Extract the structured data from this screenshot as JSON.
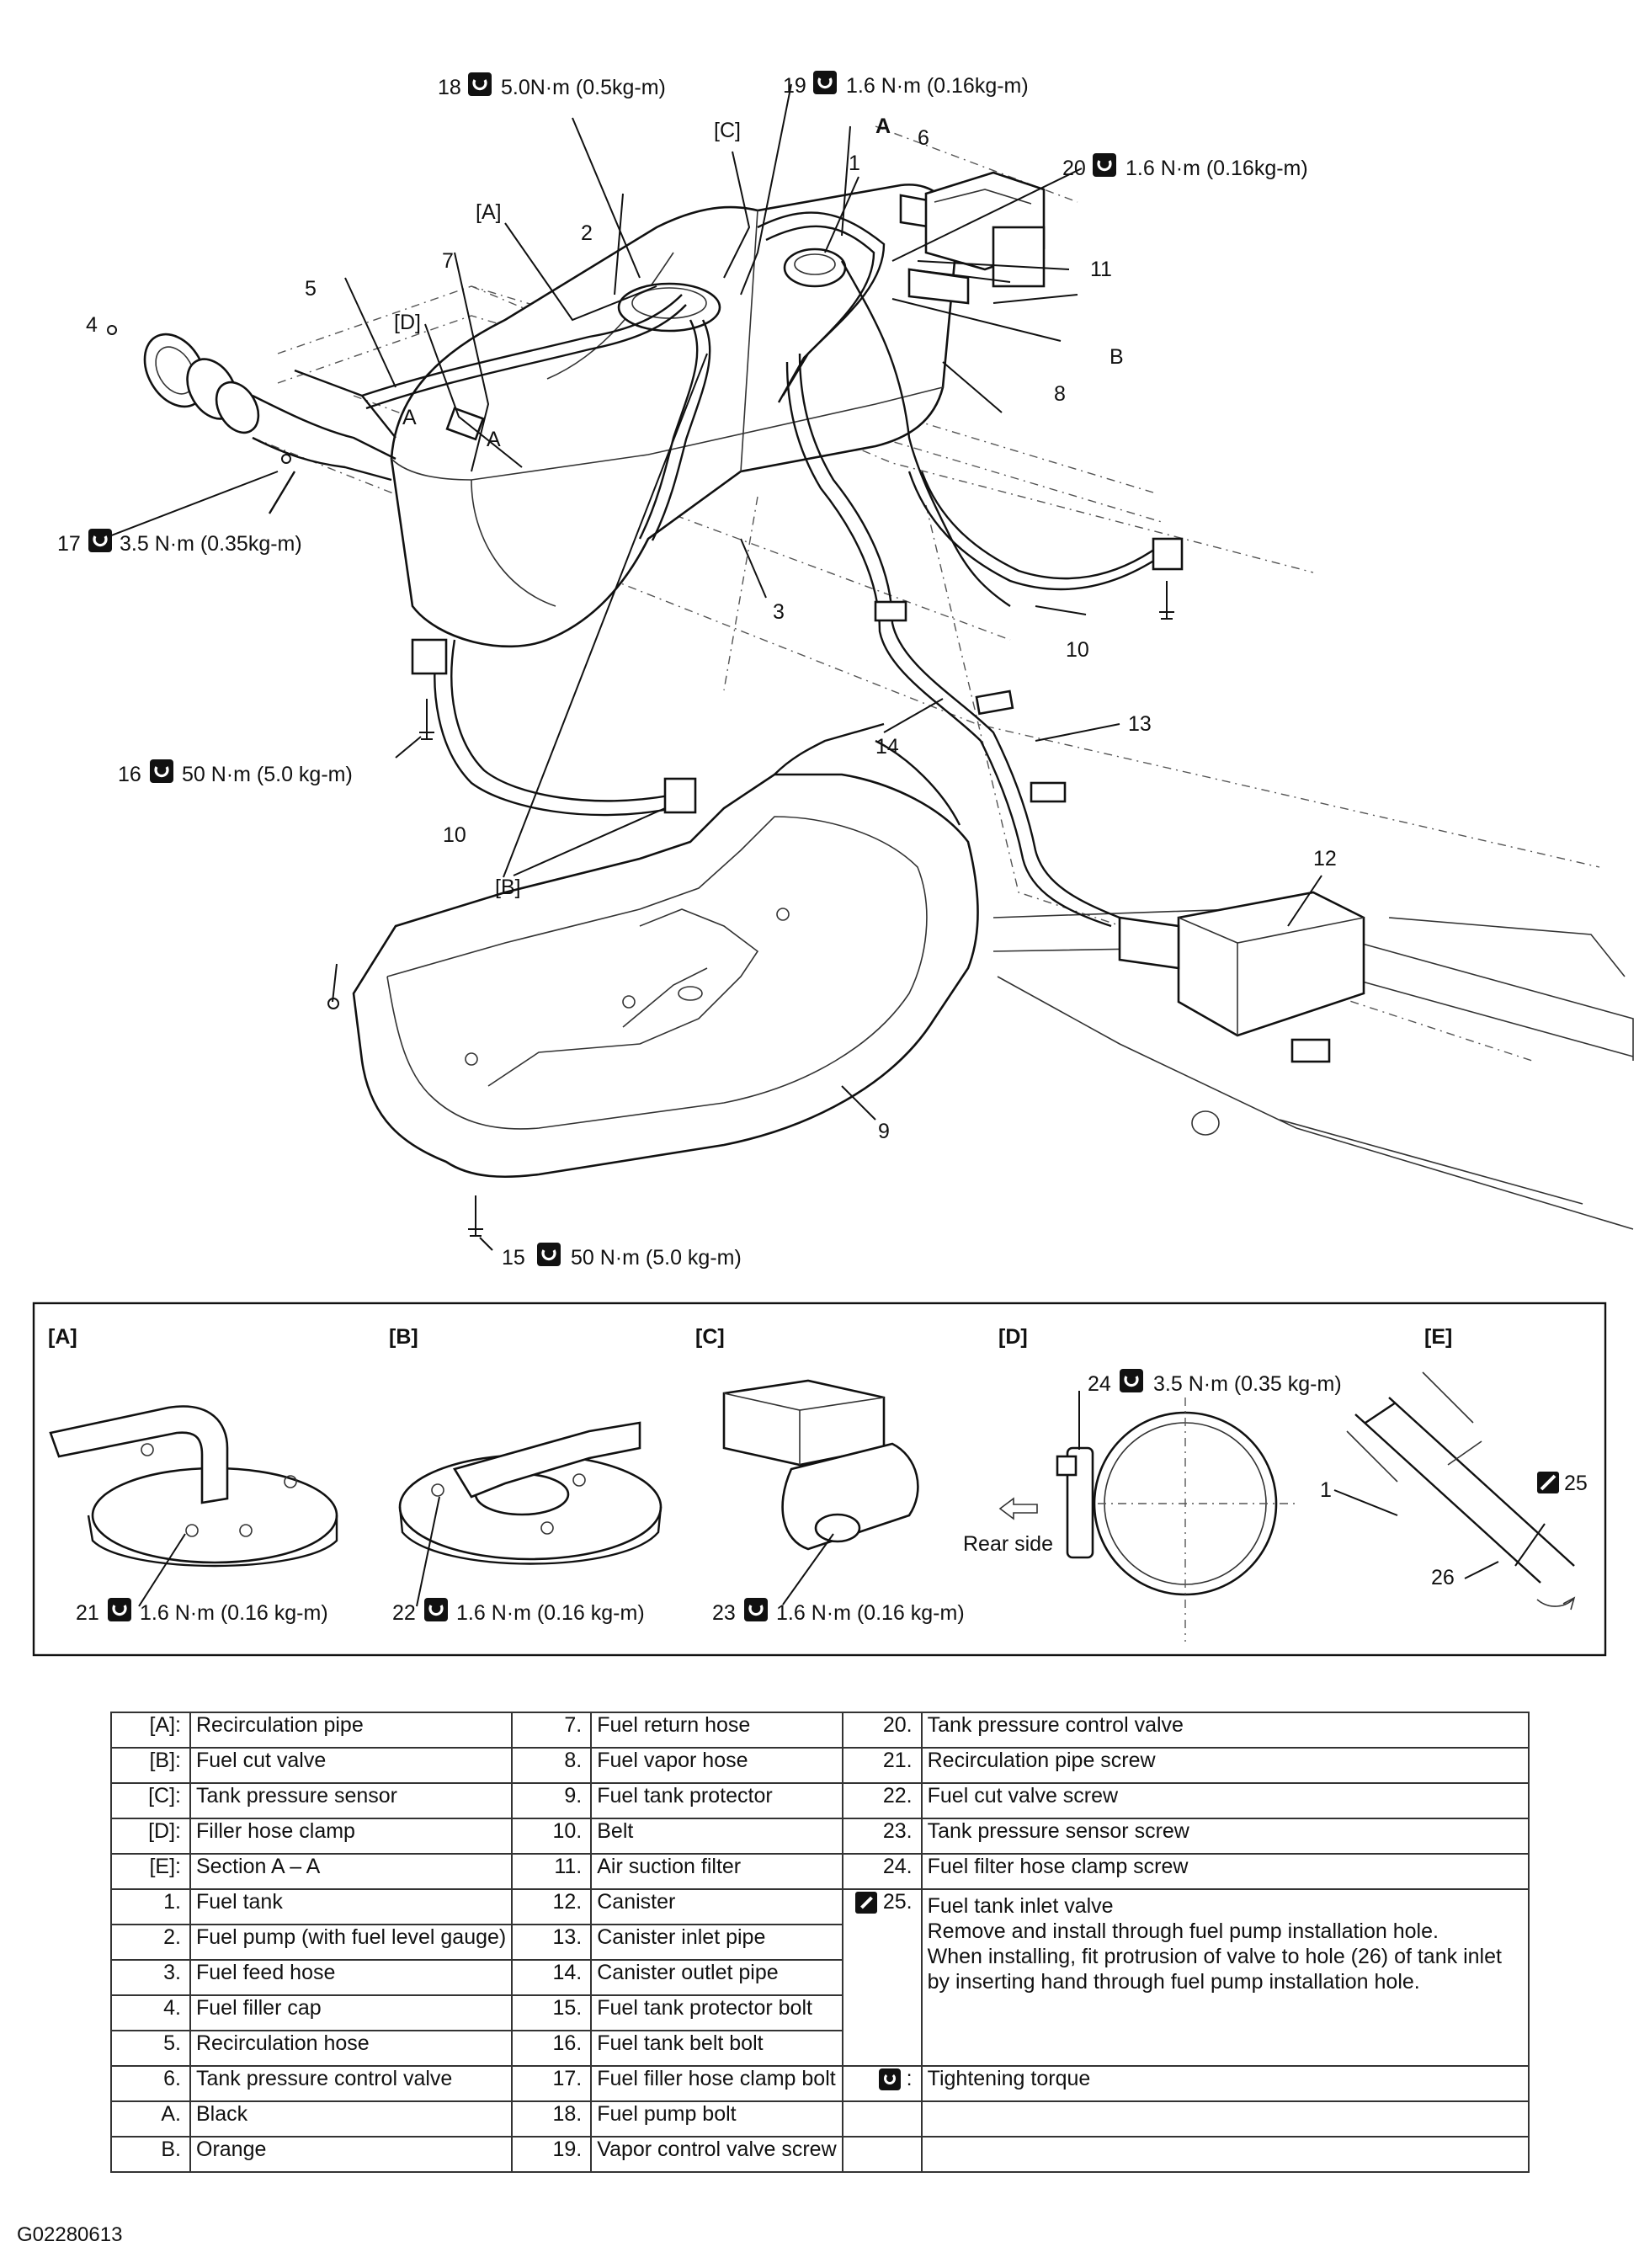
{
  "callouts": {
    "c18": {
      "num": "18",
      "torque": "5.0N·m (0.5kg-m)"
    },
    "c19": {
      "num": "19",
      "torque": "1.6 N·m (0.16kg-m)"
    },
    "c20": {
      "num": "20",
      "torque": "1.6 N·m (0.16kg-m)"
    },
    "c17": {
      "num": "17",
      "torque": "3.5 N·m (0.35kg-m)"
    },
    "c16": {
      "num": "16",
      "torque": "50 N·m (5.0 kg-m)"
    },
    "c15": {
      "num": "15",
      "torque": "50 N·m (5.0 kg-m)"
    },
    "c21": {
      "num": "21",
      "torque": "1.6 N·m (0.16 kg-m)"
    },
    "c22": {
      "num": "22",
      "torque": "1.6 N·m (0.16 kg-m)"
    },
    "c23": {
      "num": "23",
      "torque": "1.6 N·m (0.16 kg-m)"
    },
    "c24": {
      "num": "24",
      "torque": "3.5 N·m (0.35 kg-m)"
    }
  },
  "part_numbers": {
    "p1": "1",
    "p2": "2",
    "p3": "3",
    "p4": "4",
    "p5": "5",
    "p6": "6",
    "p7": "7",
    "p8": "8",
    "p9": "9",
    "p10a": "10",
    "p10b": "10",
    "p11": "11",
    "p12": "12",
    "p13": "13",
    "p14": "14",
    "p1e": "1",
    "p25": "25",
    "p26": "26"
  },
  "markers": {
    "a_top": "A",
    "a_left1": "A",
    "a_left2": "A",
    "b_right": "B",
    "sec_A": "[A]",
    "sec_B": "[B]",
    "sec_C": "[C]",
    "sec_D": "[D]"
  },
  "detail_box": {
    "titles": [
      "[A]",
      "[B]",
      "[C]",
      "[D]",
      "[E]"
    ],
    "rear_side": "Rear side"
  },
  "legend": {
    "rows": [
      [
        "[A]:",
        "Recirculation pipe",
        "7.",
        "Fuel return hose",
        "20.",
        "Tank pressure control valve"
      ],
      [
        "[B]:",
        "Fuel cut valve",
        "8.",
        "Fuel vapor hose",
        "21.",
        "Recirculation pipe screw"
      ],
      [
        "[C]:",
        "Tank pressure sensor",
        "9.",
        "Fuel tank protector",
        "22.",
        "Fuel cut valve screw"
      ],
      [
        "[D]:",
        "Filler hose clamp",
        "10.",
        "Belt",
        "23.",
        "Tank pressure sensor screw"
      ],
      [
        "[E]:",
        "Section A – A",
        "11.",
        "Air suction filter",
        "24.",
        "Fuel filter hose clamp screw"
      ],
      [
        "1.",
        "Fuel tank",
        "12.",
        "Canister"
      ],
      [
        "2.",
        "Fuel pump (with fuel level gauge)",
        "13.",
        "Canister inlet pipe"
      ],
      [
        "3.",
        "Fuel feed hose",
        "14.",
        "Canister outlet pipe"
      ],
      [
        "4.",
        "Fuel filler cap",
        "15.",
        "Fuel tank protector bolt"
      ],
      [
        "5.",
        "Recirculation hose",
        "16.",
        "Fuel tank belt bolt"
      ],
      [
        "6.",
        "Tank pressure control valve",
        "17.",
        "Fuel filler hose clamp bolt",
        ":",
        "Tightening torque"
      ],
      [
        "A.",
        "Black",
        "18.",
        "Fuel pump bolt"
      ],
      [
        "B.",
        "Orange",
        "19.",
        "Vapor control valve screw"
      ]
    ],
    "item25": {
      "num": "25.",
      "lines": [
        "Fuel tank inlet valve",
        "Remove and install through fuel pump installation hole.",
        "When installing, fit protrusion of valve to hole (26) of tank inlet by inserting hand through fuel pump installation hole."
      ]
    }
  },
  "figure_code": "G02280613",
  "icons": [
    "torque-wrench-icon",
    "sealant-icon",
    "rear-arrow-icon"
  ]
}
